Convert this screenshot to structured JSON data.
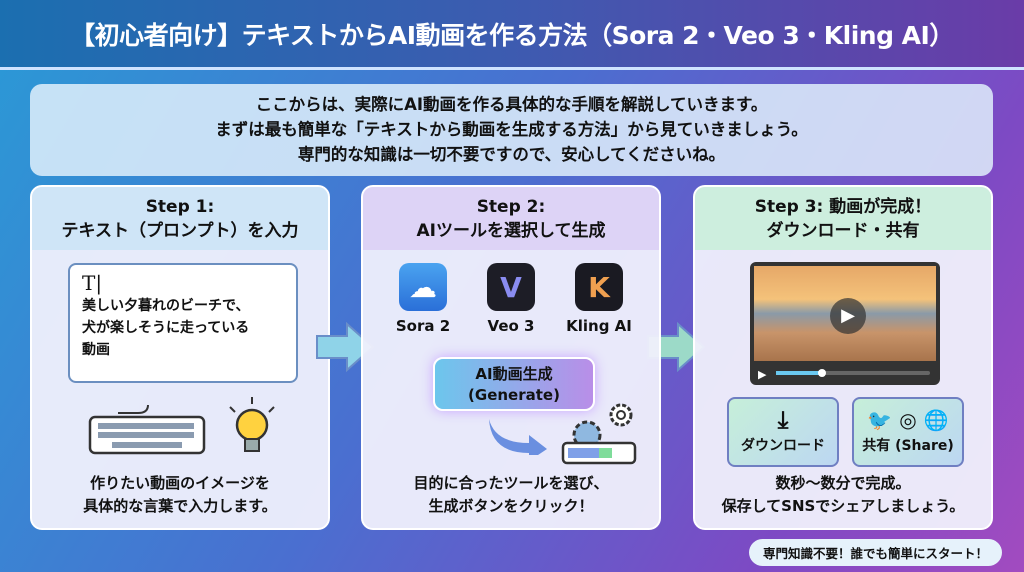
{
  "title": "【初心者向け】テキストからAI動画を作る方法（Sora 2・Veo 3・Kling AI）",
  "intro": [
    "ここからは、実際にAI動画を作る具体的な手順を解説していきます。",
    "まずは最も簡単な「テキストから動画を生成する方法」から見ていきましょう。",
    "専門的な知識は一切不要ですので、安心してくださいね。"
  ],
  "steps": [
    {
      "title": [
        "Step 1:",
        "テキスト（プロンプト）を入力"
      ],
      "cursor": "T|",
      "prompt": [
        "美しい夕暮れのビーチで、",
        "犬が楽しそうに走っている",
        "動画"
      ],
      "footer": [
        "作りたい動画のイメージを",
        "具体的な言葉で入力します。"
      ]
    },
    {
      "title": [
        "Step 2:",
        "AIツールを選択して生成"
      ],
      "apps": [
        {
          "name": "Sora 2",
          "color": "#2f7fe0"
        },
        {
          "name": "Veo 3",
          "color": "#1d1d26"
        },
        {
          "name": "Kling AI",
          "color": "#1a1a22"
        }
      ],
      "generate": [
        "AI動画生成",
        "(Generate)"
      ],
      "footer": [
        "目的に合ったツールを選び、",
        "生成ボタンをクリック！"
      ]
    },
    {
      "title": [
        "Step 3: 動画が完成！",
        "ダウンロード・共有"
      ],
      "video_progress": 0.3,
      "download": "ダウンロード",
      "share": "共有 (Share)",
      "footer": [
        "数秒〜数分で完成。",
        "保存してSNSでシェアしましょう。"
      ]
    }
  ],
  "badge": "専門知識不要！誰でも簡単にスタート！"
}
